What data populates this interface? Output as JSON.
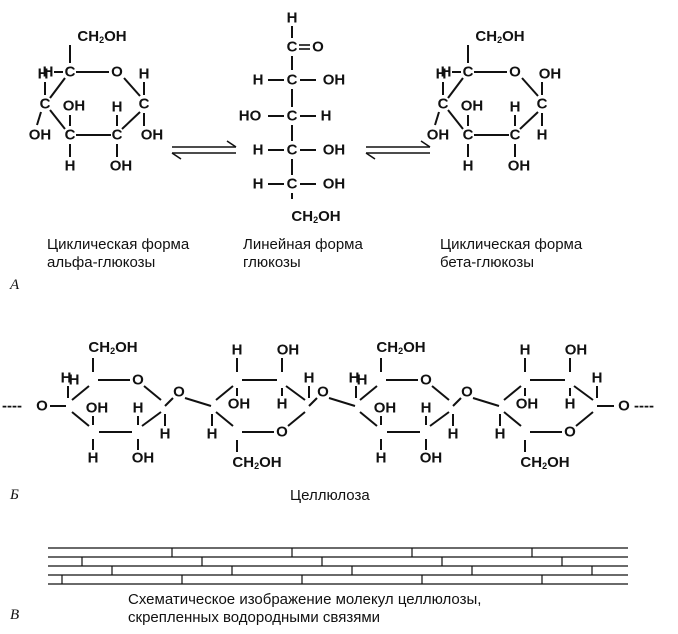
{
  "section_a": {
    "letter": "А",
    "alpha_caption": [
      "Циклическая форма",
      "альфа-глюкозы"
    ],
    "linear_caption": [
      "Линейная форма",
      "глюкозы"
    ],
    "beta_caption": [
      "Циклическая форма",
      "бета-глюкозы"
    ]
  },
  "section_b": {
    "letter": "Б",
    "caption": "Целлюлоза"
  },
  "section_c": {
    "letter": "В",
    "caption": [
      "Схематическое изображение молекул целлюлозы,",
      "скрепленных водородными связями"
    ]
  },
  "chem": {
    "H": "H",
    "OH": "OH",
    "HO": "HO",
    "O": "O",
    "C": "C",
    "CH": "CH",
    "sub2": "2",
    "dash": "----"
  }
}
